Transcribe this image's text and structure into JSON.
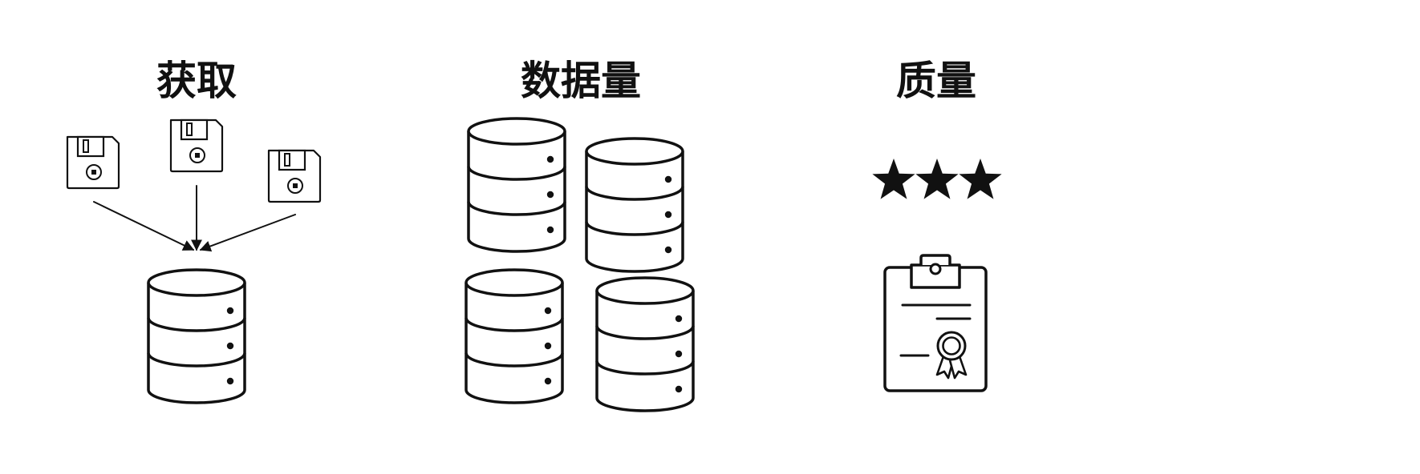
{
  "columns": [
    {
      "id": "acquire",
      "heading": "获取",
      "icon": "floppy-to-database-icon"
    },
    {
      "id": "volume",
      "heading": "数据量",
      "icon": "database-stack-icon"
    },
    {
      "id": "quality",
      "heading": "质量",
      "icon": "certificate-clipboard-icon"
    }
  ],
  "quality": {
    "rating": 3,
    "rating_max": 3,
    "rating_icon": "star-icon"
  },
  "colors": {
    "ink": "#111111",
    "background": "#ffffff"
  }
}
